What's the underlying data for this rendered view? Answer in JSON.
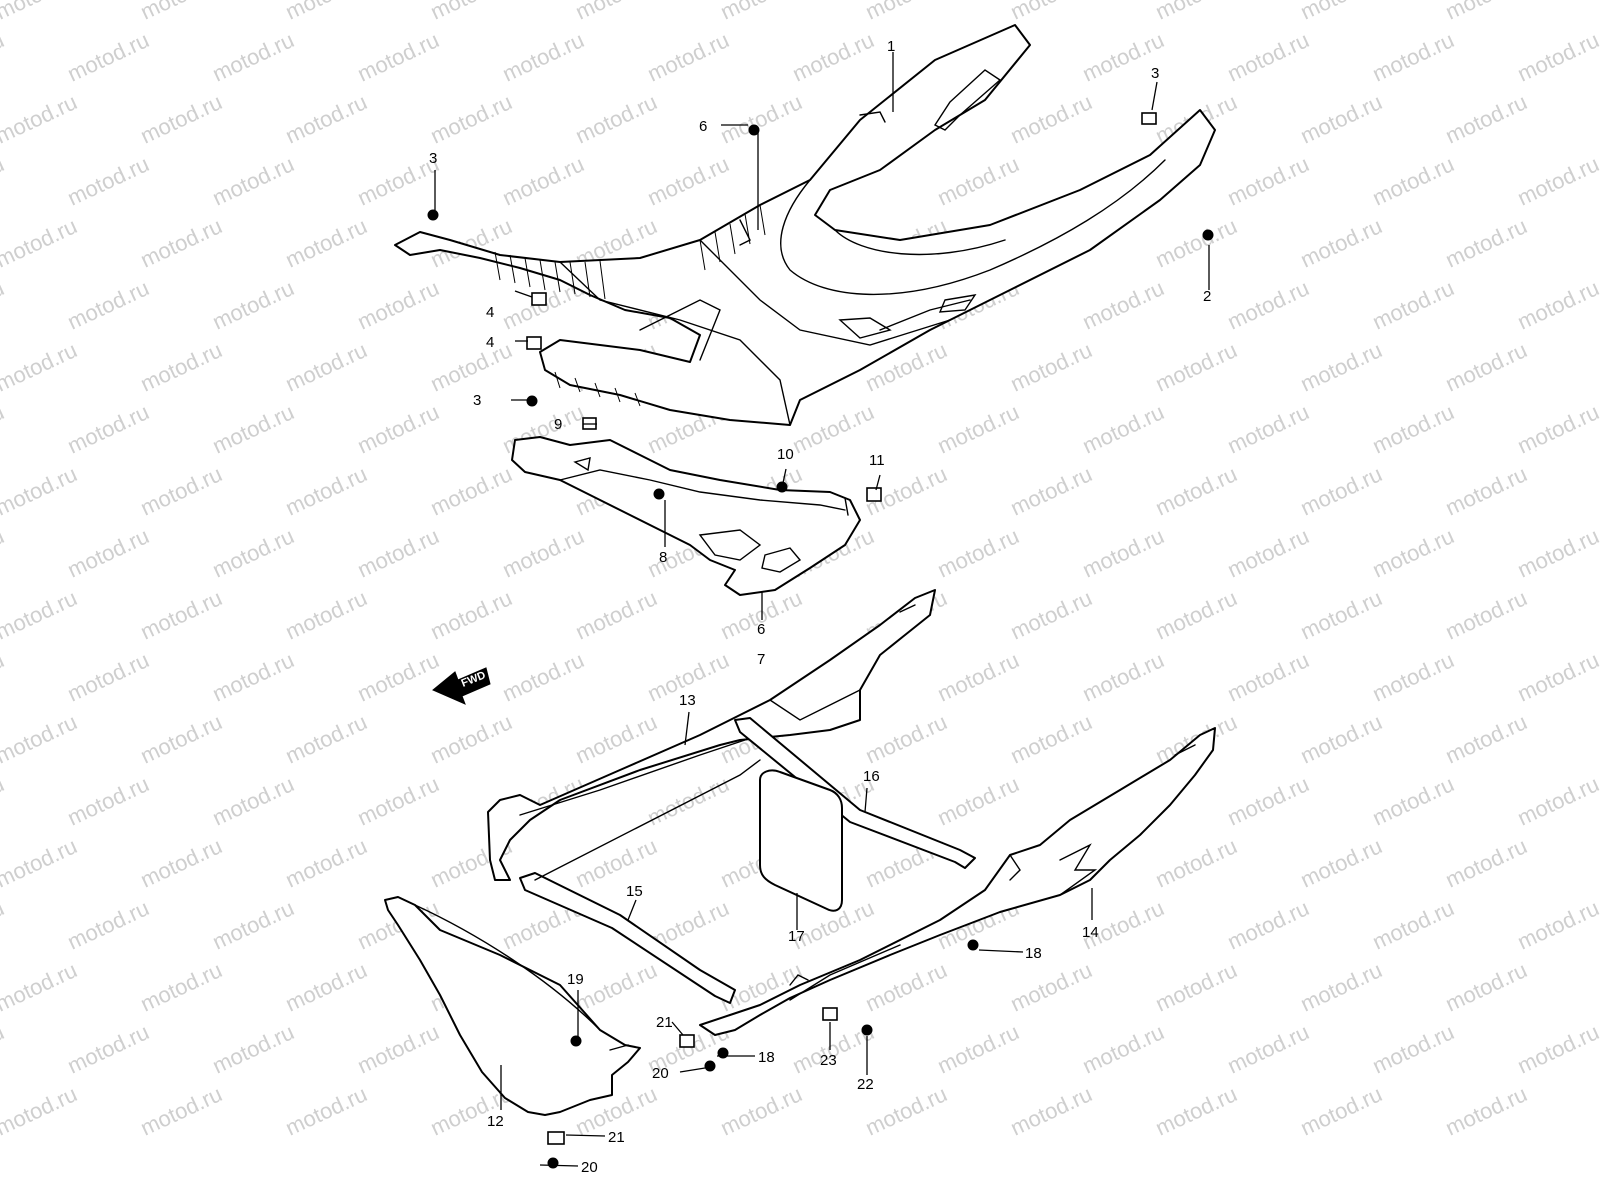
{
  "watermark": "motod.ru",
  "fwd_label": "FWD",
  "callouts": [
    "1",
    "2",
    "3",
    "3",
    "3",
    "4",
    "4",
    "6",
    "6",
    "7",
    "8",
    "9",
    "10",
    "11",
    "12",
    "13",
    "14",
    "15",
    "16",
    "17",
    "18",
    "18",
    "19",
    "20",
    "20",
    "21",
    "21",
    "22",
    "23"
  ],
  "colors": {
    "line": "#000000",
    "paper": "#ffffff",
    "watermark": "#cfcfcf"
  }
}
